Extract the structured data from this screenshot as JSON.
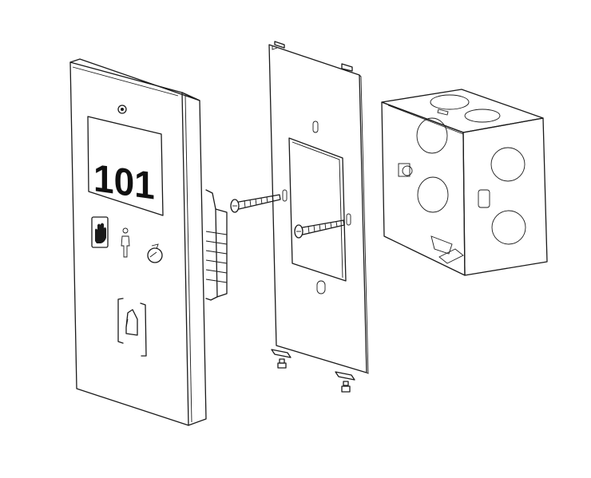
{
  "diagram": {
    "room_number": "101",
    "colors": {
      "stroke": "#1a1a1a",
      "background": "#ffffff",
      "fill_light": "#ffffff"
    },
    "icons": [
      "do-not-disturb-hand-icon",
      "person-icon",
      "make-up-room-icon",
      "doorbell-icon",
      "camera-lens-icon"
    ],
    "parts": [
      "doorplate-panel",
      "mounting-plate",
      "machine-screw",
      "mounting-foot",
      "electrical-junction-box"
    ]
  }
}
